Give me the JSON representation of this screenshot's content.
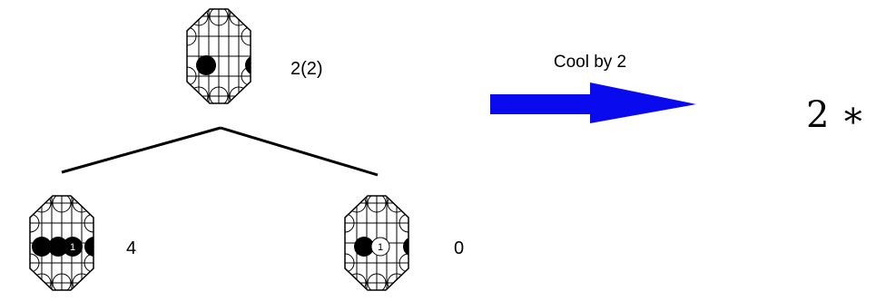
{
  "root_value": "2(2)",
  "left_value": "4",
  "right_value": "0",
  "arrow_label": "Cool by 2",
  "arrow_color": "#0a0aee",
  "result": "2 ∗",
  "left_stone_label": "1",
  "right_stone_label": "1"
}
